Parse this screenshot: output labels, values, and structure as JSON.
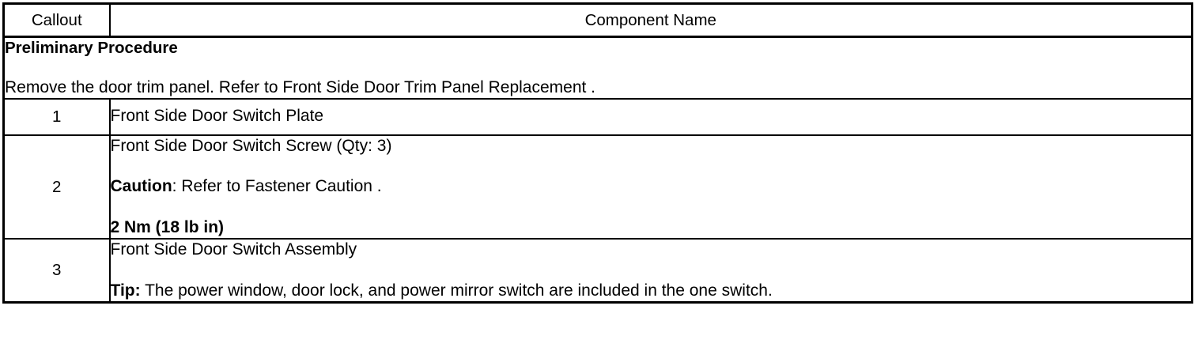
{
  "table": {
    "headers": {
      "callout": "Callout",
      "component_name": "Component Name"
    },
    "preliminary": {
      "title": "Preliminary Procedure",
      "text": "Remove the door trim panel. Refer to Front Side Door Trim Panel Replacement ."
    },
    "rows": [
      {
        "callout": "1",
        "lines": [
          {
            "label": "",
            "text": "Front Side Door Switch Plate"
          }
        ]
      },
      {
        "callout": "2",
        "lines": [
          {
            "label": "",
            "text": "Front Side Door Switch Screw (Qty: 3)"
          },
          {
            "label": "Caution",
            "separator": ": ",
            "text": "Refer to Fastener Caution ."
          },
          {
            "label": "",
            "text": "2 Nm (18 lb in)",
            "bold": true
          }
        ]
      },
      {
        "callout": "3",
        "lines": [
          {
            "label": "",
            "text": "Front Side Door Switch Assembly"
          },
          {
            "label": "Tip:",
            "separator": " ",
            "text": "The power window, door lock, and power mirror switch are included in the one switch."
          }
        ]
      }
    ]
  }
}
